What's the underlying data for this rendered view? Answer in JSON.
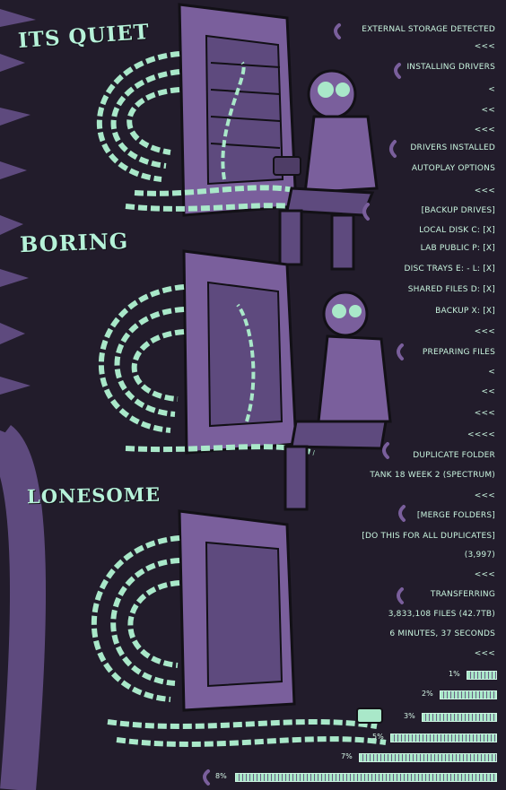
{
  "captions": {
    "panel1": "ITS QUIET",
    "panel2": "BORING",
    "panel3": "LONESOME"
  },
  "log_lines": [
    "EXTERNAL STORAGE DETECTED",
    "<<<",
    "INSTALLING DRIVERS",
    "<",
    "<<",
    "<<<",
    "DRIVERS INSTALLED",
    "AUTOPLAY OPTIONS",
    "<<<",
    "[BACKUP DRIVES]",
    "LOCAL DISK C:        [X]",
    "LAB PUBLIC P:        [X]",
    "DISC TRAYS E: - L:        [X]",
    "SHARED FILES D:        [X]",
    "BACKUP X:        [X]",
    "<<<",
    "PREPARING FILES",
    "<",
    "<<",
    "<<<",
    "<<<<",
    "DUPLICATE FOLDER",
    "TANK 18 WEEK 2 (SPECTRUM)",
    "<<<",
    "[MERGE FOLDERS]",
    "[DO THIS FOR ALL DUPLICATES]",
    "(3,997)",
    "<<<",
    "TRANSFERRING",
    "3,833,108 FILES (42.7TB)",
    "6 MINUTES, 37 SECONDS",
    "<<<"
  ],
  "progress": [
    {
      "label": "1%",
      "value": 0.01
    },
    {
      "label": "2%",
      "value": 0.02
    },
    {
      "label": "3%",
      "value": 0.03
    },
    {
      "label": "5%",
      "value": 0.05
    },
    {
      "label": "7%",
      "value": 0.07
    },
    {
      "label": "8%",
      "value": 0.08
    }
  ],
  "colors": {
    "background": "#221c2b",
    "purple": "#7a5f9c",
    "purple_dark": "#4e3d66",
    "mint": "#a9e8c9",
    "ink": "#121016"
  }
}
